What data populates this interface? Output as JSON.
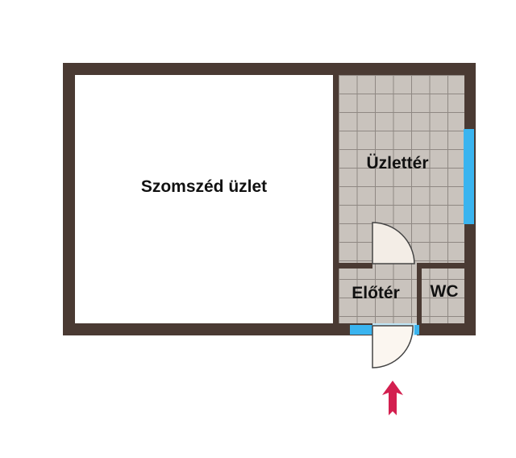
{
  "rooms": {
    "neighbor": "Szomszéd üzlet",
    "shop": "Üzlettér",
    "hall": "Előtér",
    "wc": "WC"
  },
  "colors": {
    "wall": "#4a3a33",
    "window": "#3ab4ef",
    "arrow": "#d31f4f",
    "tile": "#c9c3bd"
  }
}
